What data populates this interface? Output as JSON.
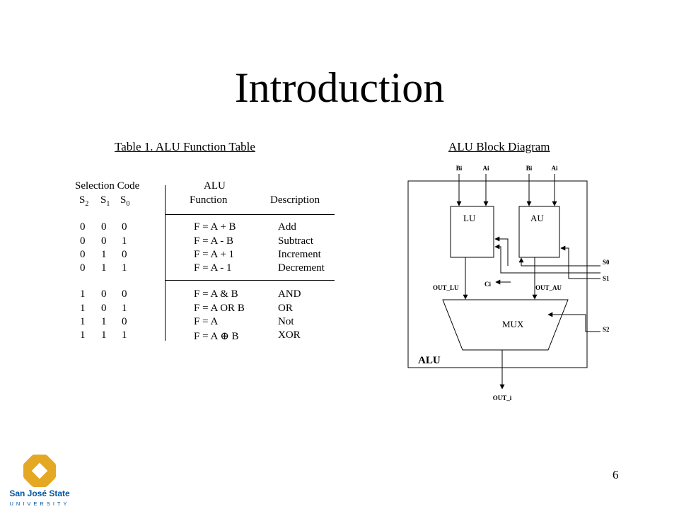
{
  "slide": {
    "title": "Introduction",
    "page_number": "6"
  },
  "table": {
    "caption": "Table 1. ALU Function Table",
    "header": {
      "selection_code": "Selection Code",
      "s2": "S",
      "s2_sub": "2",
      "s1": "S",
      "s1_sub": "1",
      "s0": "S",
      "s0_sub": "0",
      "alu": "ALU",
      "function": "Function",
      "description": "Description"
    },
    "rows": [
      {
        "s2": "0",
        "s1": "0",
        "s0": "0",
        "func": "F = A + B",
        "desc": "Add"
      },
      {
        "s2": "0",
        "s1": "0",
        "s0": "1",
        "func": "F = A - B",
        "desc": "Subtract"
      },
      {
        "s2": "0",
        "s1": "1",
        "s0": "0",
        "func": "F = A + 1",
        "desc": "Increment"
      },
      {
        "s2": "0",
        "s1": "1",
        "s0": "1",
        "func": "F = A - 1",
        "desc": "Decrement"
      },
      {
        "s2": "1",
        "s1": "0",
        "s0": "0",
        "func": "F = A & B",
        "desc": "AND"
      },
      {
        "s2": "1",
        "s1": "0",
        "s0": "1",
        "func": "F = A OR B",
        "desc": "OR"
      },
      {
        "s2": "1",
        "s1": "1",
        "s0": "0",
        "func": "F = A",
        "desc": "Not"
      },
      {
        "s2": "1",
        "s1": "1",
        "s0": "1",
        "func": "F = A ⊕ B",
        "desc": "XOR"
      }
    ]
  },
  "diagram": {
    "caption": "ALU Block Diagram",
    "lu_inputs": [
      "Bi",
      "Ai"
    ],
    "au_inputs": [
      "Bi",
      "Ai"
    ],
    "lu_label": "LU",
    "au_label": "AU",
    "mux_label": "MUX",
    "alu_label": "ALU",
    "out_lu": "OUT_LU",
    "out_au": "OUT_AU",
    "carry_in": "Ci",
    "s0": "S0",
    "s1": "S1",
    "s2": "S2",
    "output": "OUT_i"
  },
  "logo": {
    "name_line1": "San José State",
    "name_line2": "UNIVERSITY",
    "primary_color": "#0055A2",
    "accent_color": "#E5A823"
  }
}
